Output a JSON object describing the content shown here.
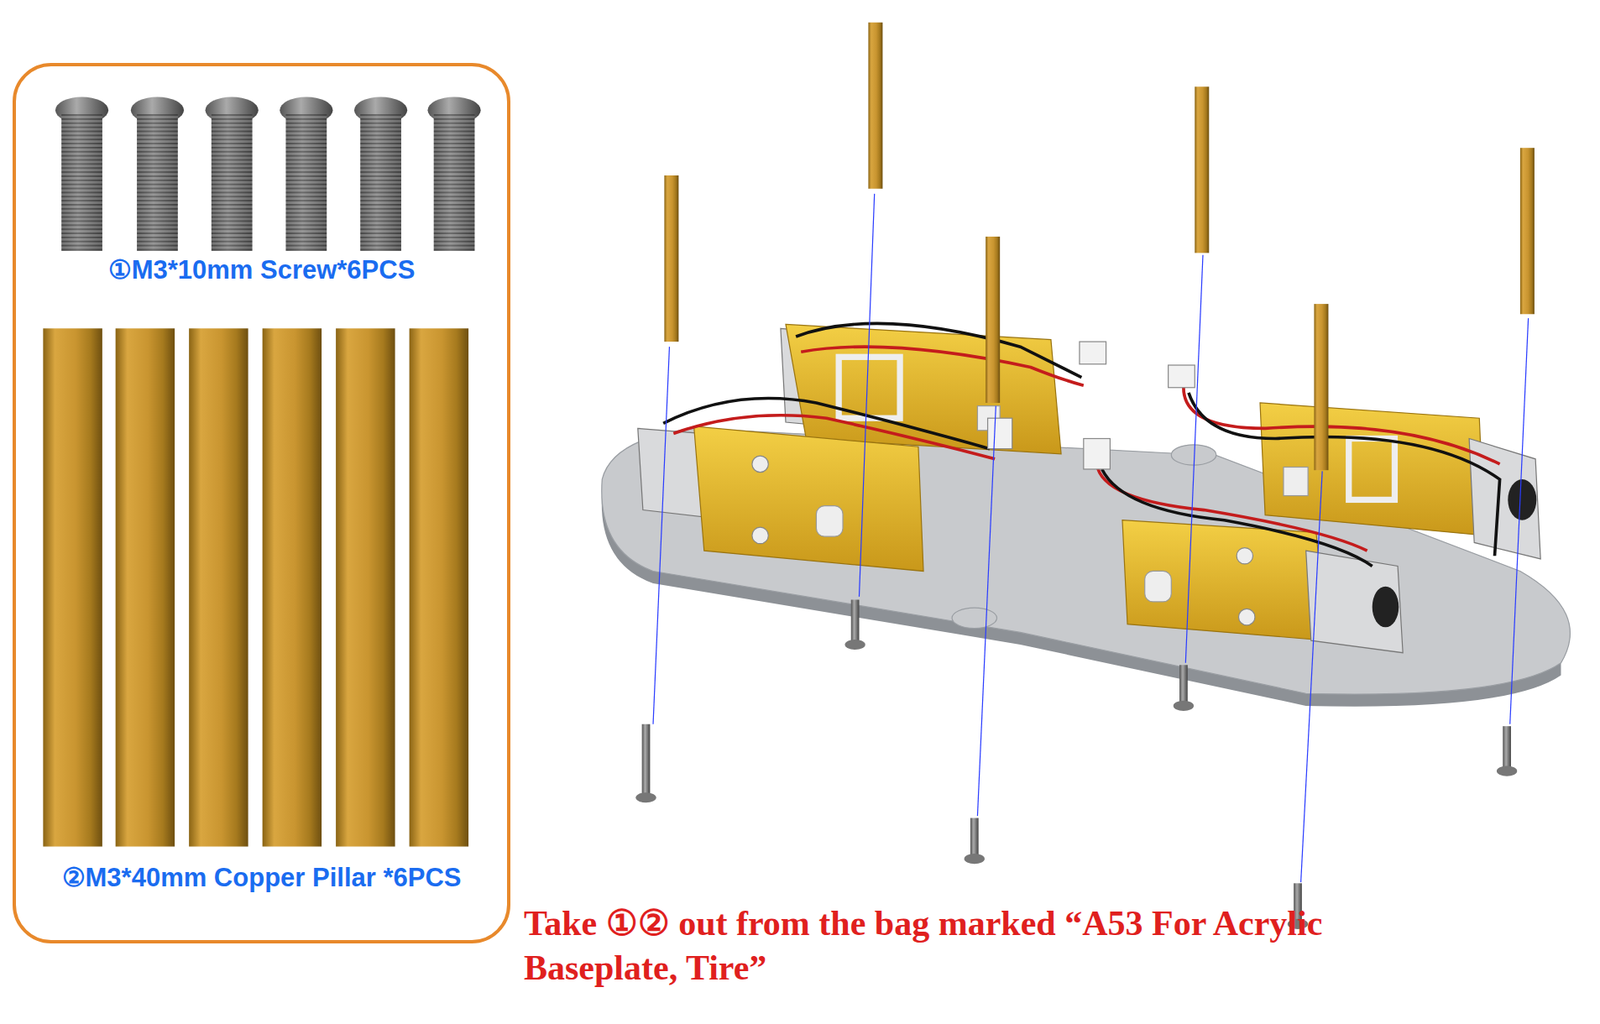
{
  "diagram": {
    "nodes": [
      {
        "text": [
          "①M3*10mm Screw*6PCS",
          "②M3*40mm Copper Pillar *6PCS"
        ]
      }
    ],
    "labels": [
      "Take ①② out from the bag marked “A53 For Acrylic Baseplate, Tire”"
    ]
  }
}
